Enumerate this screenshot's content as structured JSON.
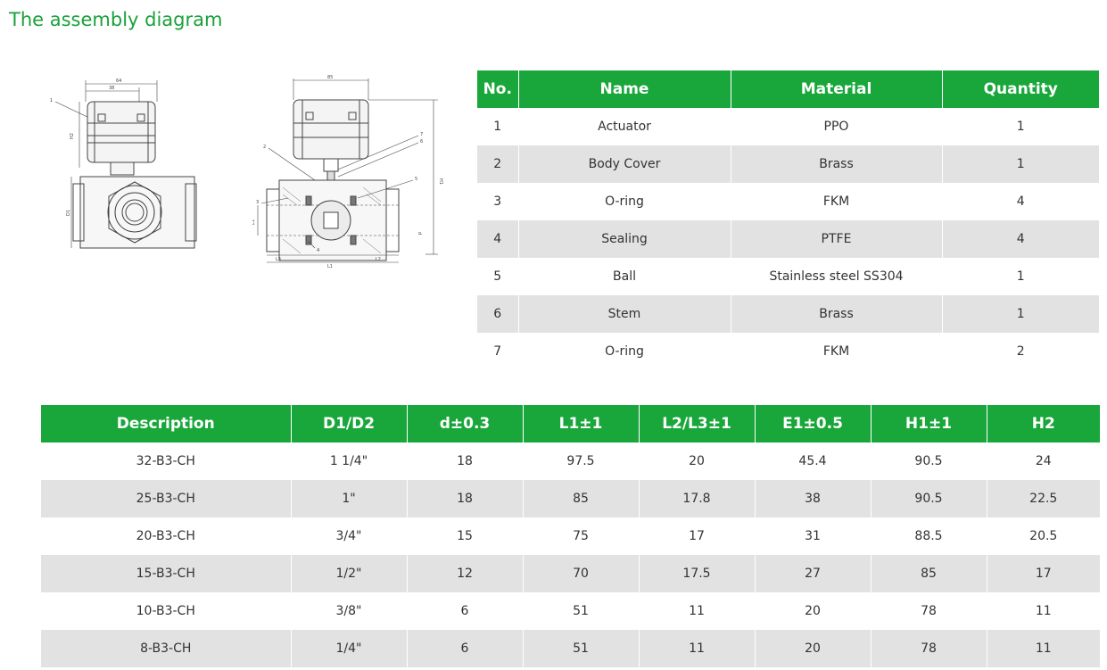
{
  "title": "The assembly diagram",
  "parts_table": {
    "headers": [
      "No.",
      "Name",
      "Material",
      "Quantity"
    ],
    "rows": [
      [
        "1",
        "Actuator",
        "PPO",
        "1"
      ],
      [
        "2",
        "Body Cover",
        "Brass",
        "1"
      ],
      [
        "3",
        "O-ring",
        "FKM",
        "4"
      ],
      [
        "4",
        "Sealing",
        "PTFE",
        "4"
      ],
      [
        "5",
        "Ball",
        "Stainless steel SS304",
        "1"
      ],
      [
        "6",
        "Stem",
        "Brass",
        "1"
      ],
      [
        "7",
        "O-ring",
        "FKM",
        "2"
      ]
    ]
  },
  "spec_table": {
    "headers": [
      "Description",
      "D1/D2",
      "d±0.3",
      "L1±1",
      "L2/L3±1",
      "E1±0.5",
      "H1±1",
      "H2"
    ],
    "rows": [
      [
        "32-B3-CH",
        "1 1/4\"",
        "18",
        "97.5",
        "20",
        "45.4",
        "90.5",
        "24"
      ],
      [
        "25-B3-CH",
        "1\"",
        "18",
        "85",
        "17.8",
        "38",
        "90.5",
        "22.5"
      ],
      [
        "20-B3-CH",
        "3/4\"",
        "15",
        "75",
        "17",
        "31",
        "88.5",
        "20.5"
      ],
      [
        "15-B3-CH",
        "1/2\"",
        "12",
        "70",
        "17.5",
        "27",
        "85",
        "17"
      ],
      [
        "10-B3-CH",
        "3/8\"",
        "6",
        "51",
        "11",
        "20",
        "78",
        "11"
      ],
      [
        "8-B3-CH",
        "1/4\"",
        "6",
        "51",
        "11",
        "20",
        "78",
        "11"
      ]
    ]
  },
  "drawing_labels": {
    "left": [
      "1",
      "64",
      "38",
      "H2",
      "D1"
    ],
    "right": [
      "85",
      "2",
      "7",
      "6",
      "5",
      "3",
      "4",
      "E1",
      "L3",
      "L1",
      "L2",
      "H1",
      "d"
    ]
  },
  "colors": {
    "accent": "#19a73b",
    "title": "#1aa13a",
    "row_alt": "#e2e2e2"
  }
}
